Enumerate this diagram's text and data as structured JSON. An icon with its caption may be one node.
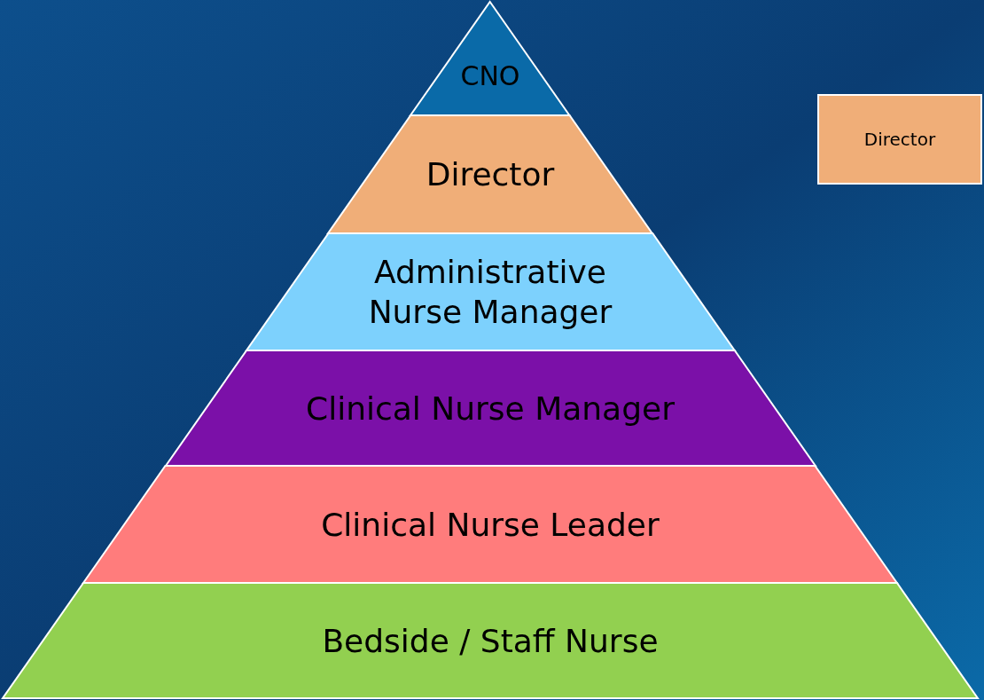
{
  "diagram": {
    "nodes": [
      {
        "text": [
          "CNO"
        ]
      },
      {
        "text": [
          "Director"
        ]
      },
      {
        "text": [
          "Administrative Nurse Manager"
        ]
      },
      {
        "text": [
          "Clinical Nurse Manager"
        ]
      },
      {
        "text": [
          "Clinical Nurse Leader"
        ]
      },
      {
        "text": [
          "Bedside / Staff Nurse"
        ]
      },
      {
        "text": [
          "Director"
        ]
      }
    ]
  }
}
